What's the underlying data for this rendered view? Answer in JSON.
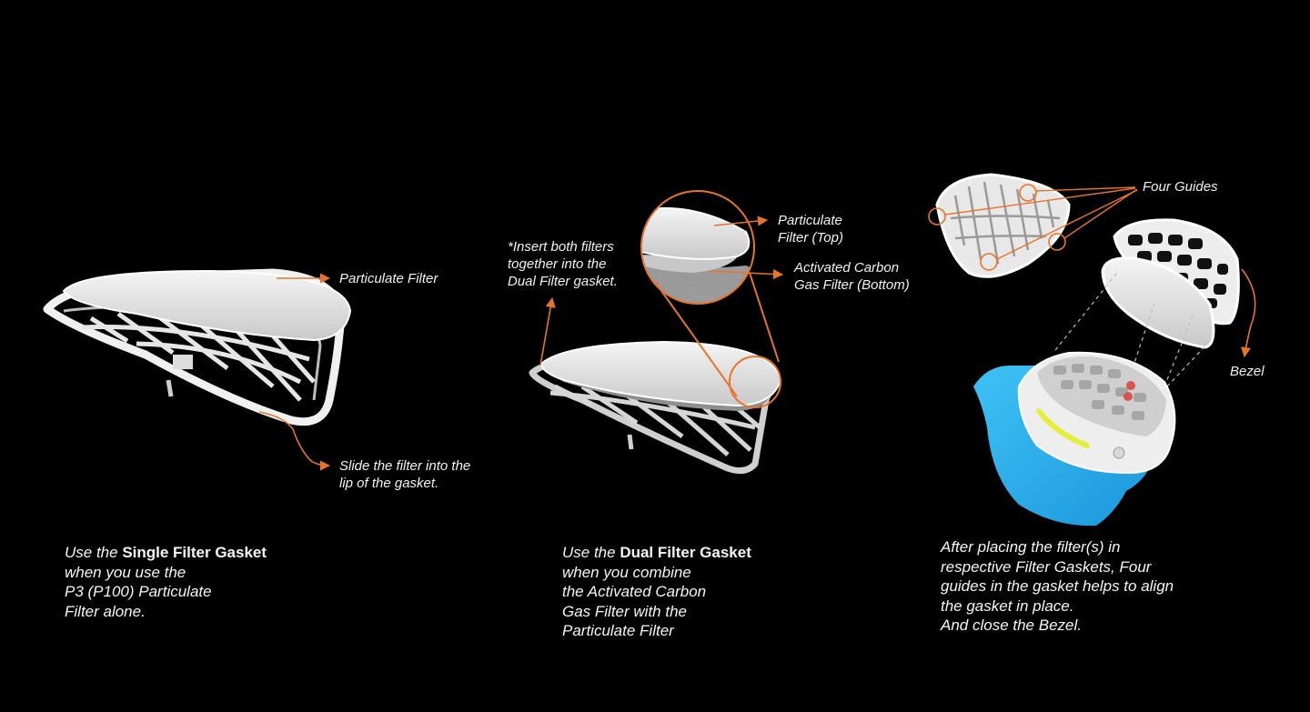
{
  "colors": {
    "accent": "#e8742b",
    "background": "#000000",
    "bezel": "#2aa8e6"
  },
  "panel_single": {
    "label_filter": "Particulate Filter",
    "label_slide": "Slide the filter into the\nlip of the gasket.",
    "caption_prefix": "Use the ",
    "caption_bold": "Single Filter Gasket",
    "caption_lines": [
      "when you use the",
      "P3 (P100) Particulate",
      "Filter alone."
    ]
  },
  "panel_dual": {
    "note": "*Insert both filters\ntogether into the\nDual Filter gasket.",
    "label_top": "Particulate\nFilter (Top)",
    "label_bottom": "Activated Carbon\nGas Filter (Bottom)",
    "caption_prefix": "Use the ",
    "caption_bold": "Dual Filter Gasket",
    "caption_lines": [
      "when you combine",
      "the Activated Carbon",
      "Gas Filter with the",
      "Particulate Filter"
    ]
  },
  "panel_assembly": {
    "label_guides": "Four Guides",
    "label_bezel": "Bezel",
    "caption_lines": [
      "After placing the filter(s) in",
      "respective Filter Gaskets, Four",
      "guides in the gasket helps to align",
      "the gasket in place.",
      "And close the Bezel."
    ]
  }
}
